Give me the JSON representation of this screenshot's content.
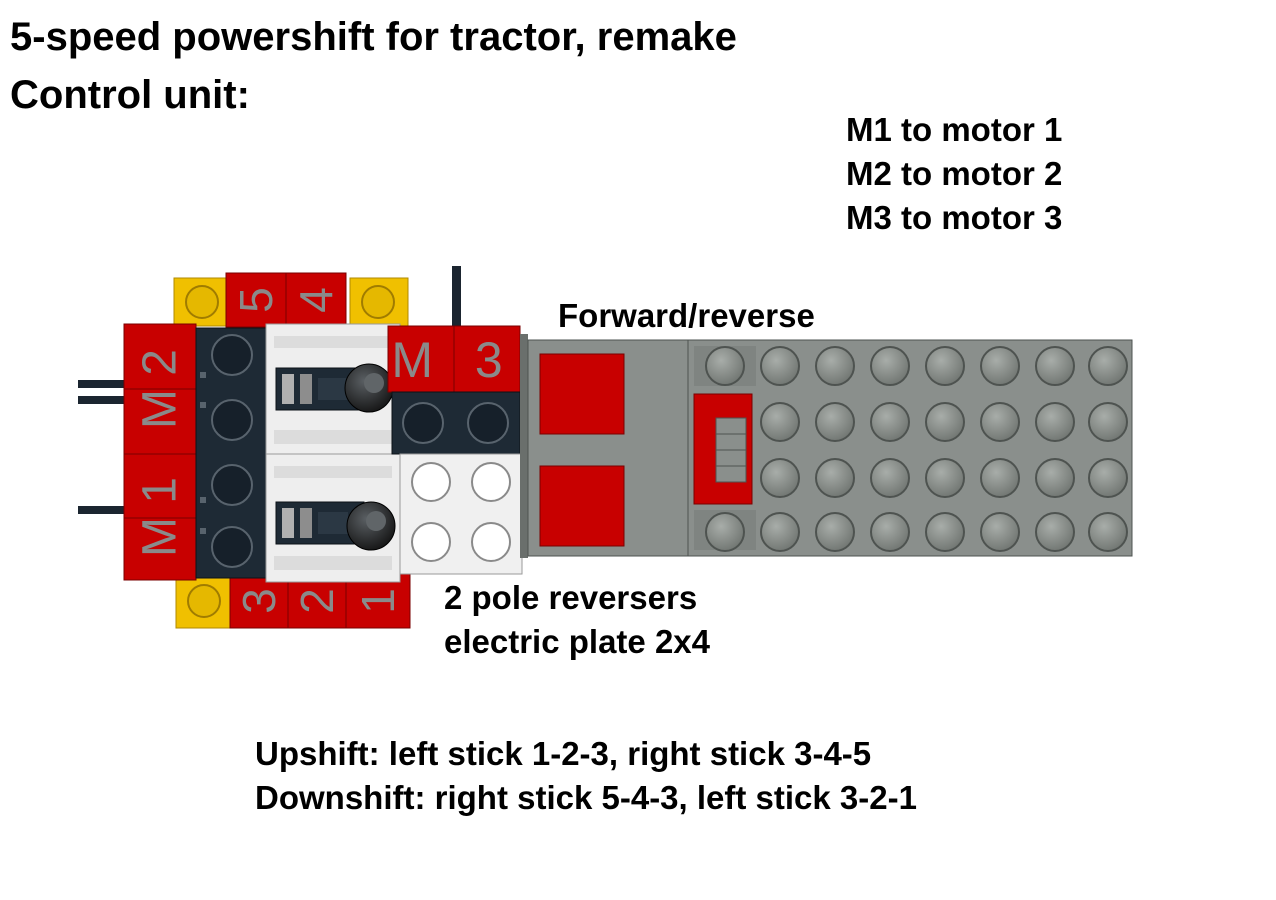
{
  "title": {
    "line1": "5-speed powershift for tractor, remake",
    "line2": "Control unit:"
  },
  "motor_connections": [
    "M1 to motor 1",
    "M2 to motor 2",
    "M3 to motor 3"
  ],
  "labels": {
    "forward_reverse": "Forward/reverse",
    "reversers_line1": "2 pole reversers",
    "reversers_line2": "electric plate 2x4"
  },
  "tile_labels": {
    "top_5": "5",
    "top_4": "4",
    "bottom_3": "3",
    "bottom_2": "2",
    "bottom_1": "1",
    "left_m2": "M 2",
    "left_m1": "M 1",
    "right_m3": "M 3"
  },
  "instructions": {
    "upshift": "Upshift: left stick 1-2-3, right stick 3-4-5",
    "downshift": "Downshift: right stick 5-4-3, left stick 3-2-1"
  },
  "colors": {
    "red": "#c80000",
    "yellow": "#f0c000",
    "dark": "#1e2a35",
    "gray": "#8a8f8c",
    "white_brick": "#f0f0f0"
  }
}
